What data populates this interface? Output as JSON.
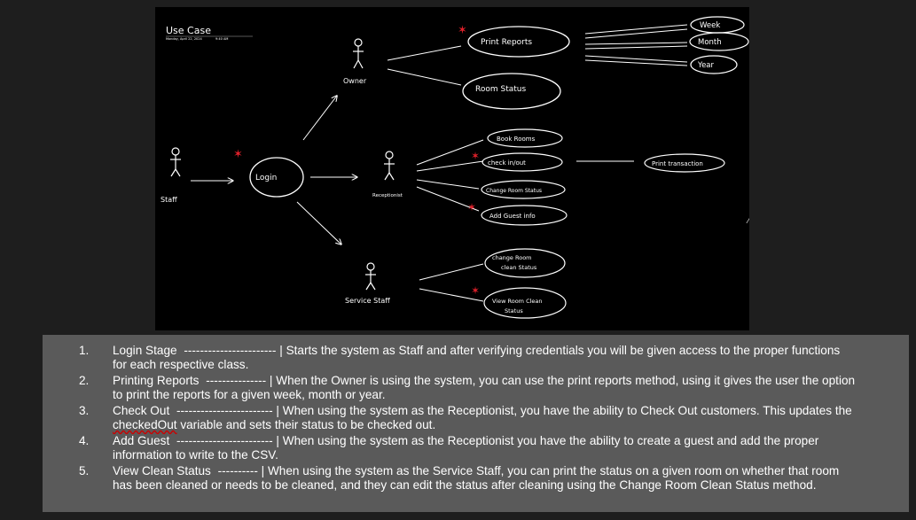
{
  "header": {
    "title": "Use Case",
    "date": "Monday, April 22, 2024",
    "time": "9:40 AM"
  },
  "actors": {
    "staff": "Staff",
    "owner": "Owner",
    "receptionist": "Receptionist",
    "service_staff": "Service Staff"
  },
  "use_cases": {
    "login": "Login",
    "print_reports": "Print Reports",
    "room_status": "Room Status",
    "book_rooms": "Book Rooms",
    "check_in_out": "check in/out",
    "change_room_status": "Change Room Status",
    "add_guest_info": "Add Guest info",
    "change_room_clean_status": [
      "change Room",
      "clean Status"
    ],
    "view_room_clean_status": [
      "View Room Clean",
      "Status"
    ]
  },
  "extensions": {
    "week": "Week",
    "month": "Month",
    "year": "Year",
    "print_transaction": "Print transaction"
  },
  "colors": {
    "star": "#e0202a",
    "canvas": "#000000",
    "panel": "#5a5a5a",
    "ink": "#ffffff"
  },
  "notes": [
    {
      "num": "1.",
      "heading": "Login Stage",
      "sep": "----------------------- |",
      "text": "Starts the system as Staff and after verifying credentials you will be given access to the proper functions for each respective class."
    },
    {
      "num": "2.",
      "heading": "Printing Reports",
      "sep": "--------------- |",
      "text": "When the Owner is using the system, you can use the print reports method, using it gives the user the option to print the reports for a given week, month or year."
    },
    {
      "num": "3.",
      "heading": "Check Out",
      "sep": "------------------------ |",
      "text_pre": "When using the system as the Receptionist, you have the ability to Check Out customers. This updates the",
      "text_word": "checkedOut",
      "text_post": "variable and sets their status to be checked out."
    },
    {
      "num": "4.",
      "heading": "Add Guest",
      "sep": "------------------------ |",
      "text": "When using the system as the Receptionist you have the ability to create a guest and add the proper information to write to the CSV."
    },
    {
      "num": "5.",
      "heading": "View Clean Status",
      "sep": "---------- |",
      "text": "When using the system as the Service Staff, you can print the status on a given room on whether that room has been cleaned or needs to be cleaned, and they can edit the status after cleaning using the Change Room Clean Status method."
    }
  ]
}
